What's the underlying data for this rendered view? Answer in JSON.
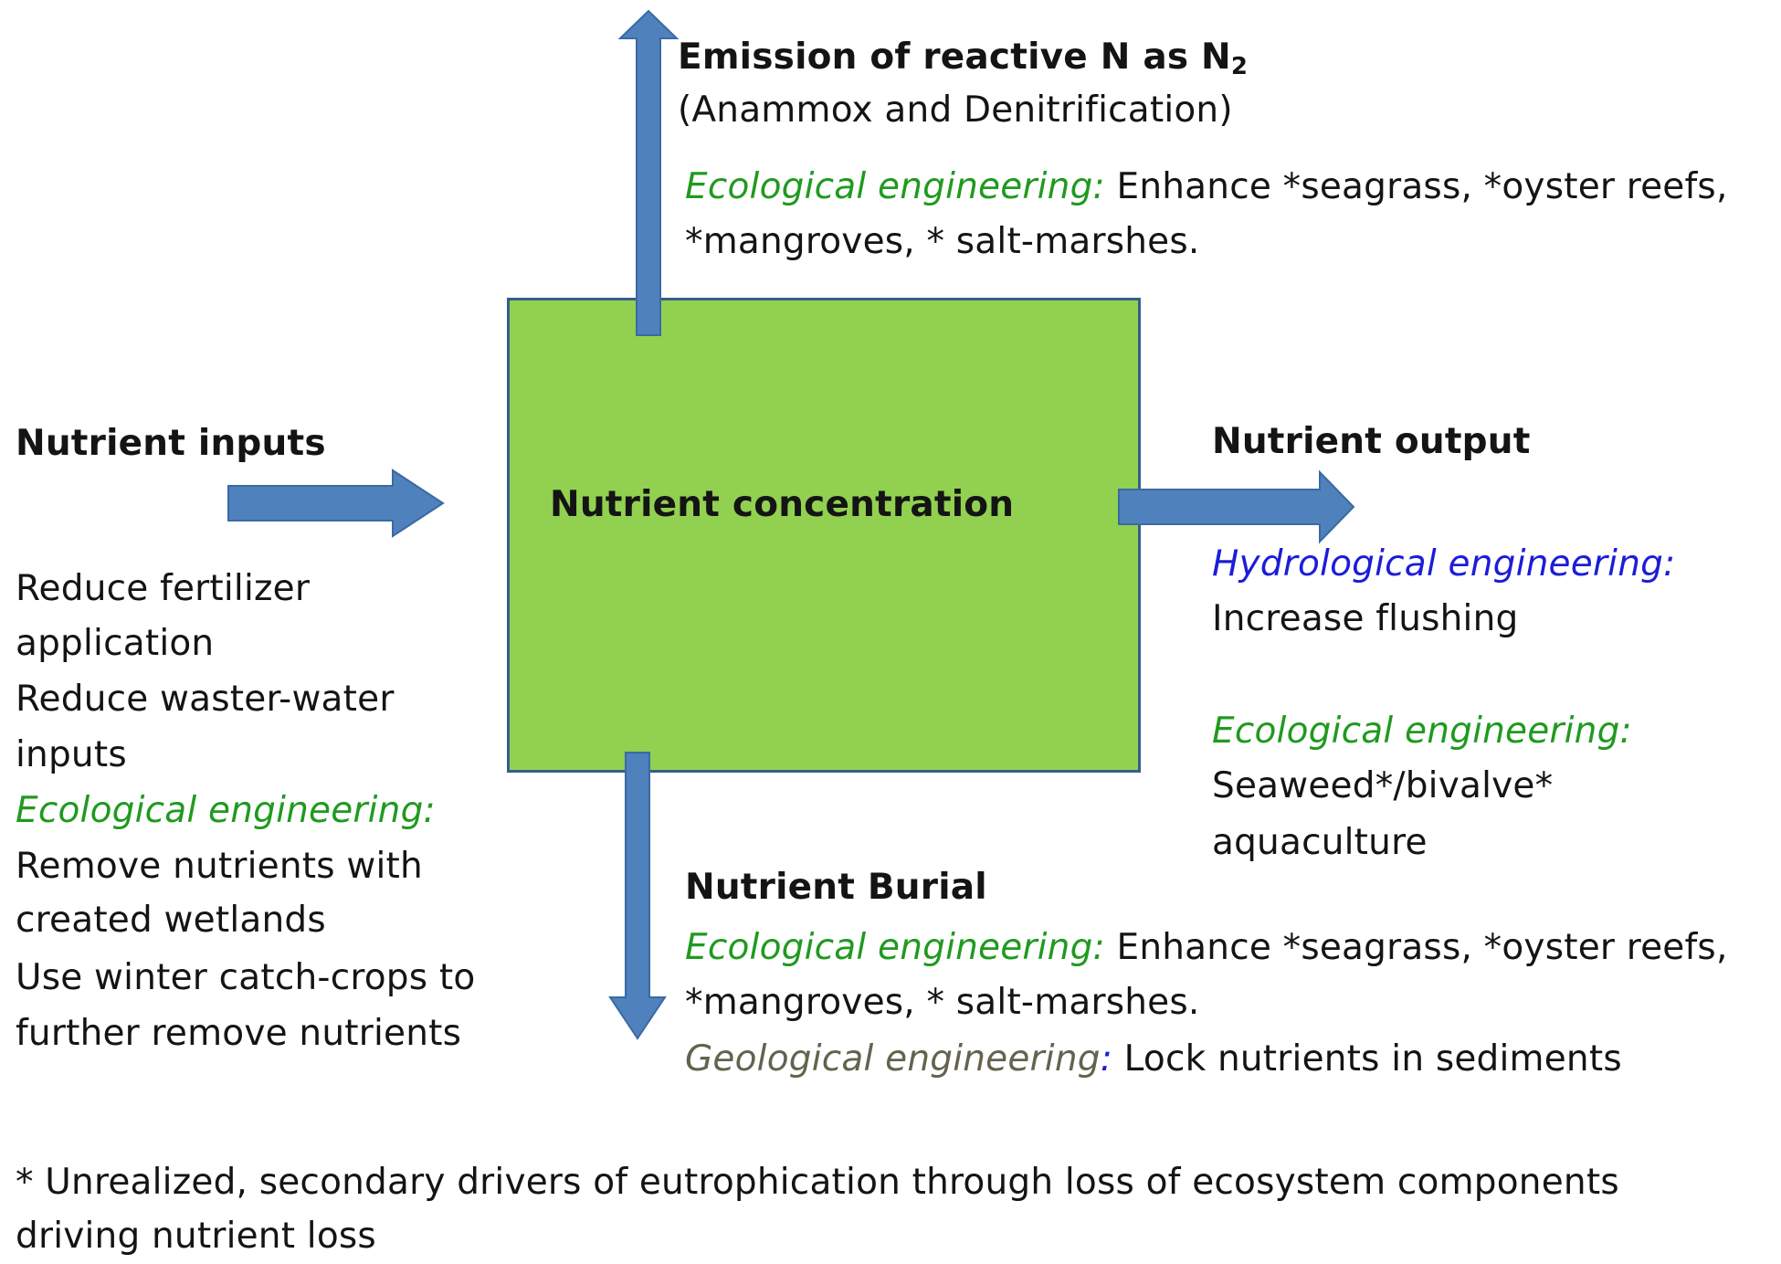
{
  "emission": {
    "title": "Emission of reactive N as N",
    "subscript": "2",
    "process": "(Anammox and Denitrification)",
    "eco_label": "Ecological engineering:",
    "eco_line1": " Enhance *seagrass, *oyster reefs,",
    "eco_line2": "*mangroves, * salt-marshes."
  },
  "center_box": {
    "label": "Nutrient concentration",
    "color": "#92d050"
  },
  "inputs": {
    "title": "Nutrient inputs",
    "line1": "Reduce fertilizer",
    "line2": "application",
    "line3": "Reduce waster-water",
    "line4": "inputs",
    "eco_label": "Ecological engineering:",
    "line5": "Remove nutrients with",
    "line6": "created wetlands",
    "line7": "Use winter catch-crops to",
    "line8": "further remove nutrients"
  },
  "output": {
    "title": "Nutrient output",
    "hydro_label": "Hydrological engineering:",
    "hydro_text": "Increase flushing",
    "eco_label": "Ecological engineering:",
    "eco_line1": "Seaweed*/bivalve*",
    "eco_line2": "aquaculture"
  },
  "burial": {
    "title": "Nutrient Burial",
    "eco_label": "Ecological engineering:",
    "eco_line1": " Enhance *seagrass, *oyster reefs,",
    "eco_line2": "*mangroves, * salt-marshes.",
    "geo_label": "Geological engineering",
    "geo_colon": ":",
    "geo_text": " Lock nutrients in sediments"
  },
  "footnote": {
    "line1": "* Unrealized, secondary drivers of eutrophication through loss of ecosystem components",
    "line2": "driving nutrient loss"
  },
  "colors": {
    "arrow": "#4f81bd",
    "box_border": "#385d8a",
    "ecological": "#1f9a1f",
    "hydrological": "#1c1cd9",
    "geological": "#63634e"
  }
}
